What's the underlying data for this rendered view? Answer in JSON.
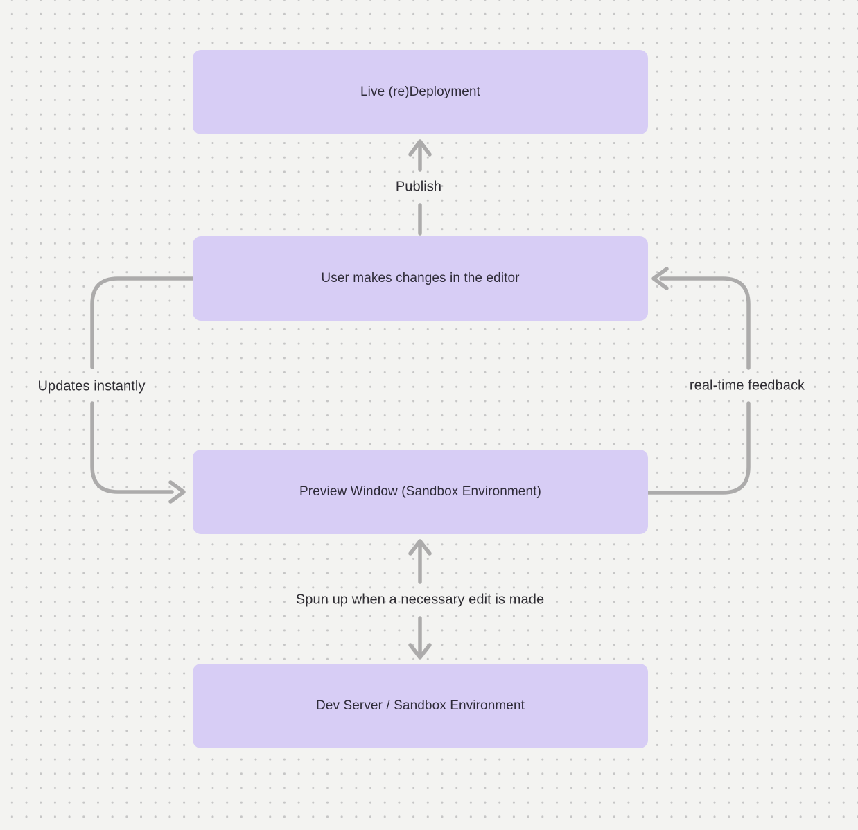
{
  "diagram": {
    "kind": "flowchart",
    "colors": {
      "canvas_background": "#f3f3f1",
      "grid_dot": "#c6c6c6",
      "node_fill": "#d7cdf5",
      "node_text": "#2e2b38",
      "edge_stroke": "#acabab",
      "edge_label_text": "#2f2d33"
    },
    "nodes": [
      {
        "id": "live-redeployment",
        "label": "Live (re)Deployment"
      },
      {
        "id": "user-editor",
        "label": "User makes changes in the editor"
      },
      {
        "id": "preview-window",
        "label": "Preview Window (Sandbox Environment)"
      },
      {
        "id": "dev-server",
        "label": "Dev Server / Sandbox Environment"
      }
    ],
    "edges": [
      {
        "label": "Publish",
        "from": "user-editor",
        "to": "live-redeployment",
        "direction": "up"
      },
      {
        "label": "Updates instantly",
        "from": "user-editor",
        "to": "preview-window",
        "direction": "left-loop-down"
      },
      {
        "label": "real-time feedback",
        "from": "preview-window",
        "to": "user-editor",
        "direction": "right-loop-up"
      },
      {
        "label": "Spun up when a necessary edit is made",
        "from": "dev-server",
        "to": "preview-window",
        "direction": "bidirectional"
      }
    ]
  }
}
